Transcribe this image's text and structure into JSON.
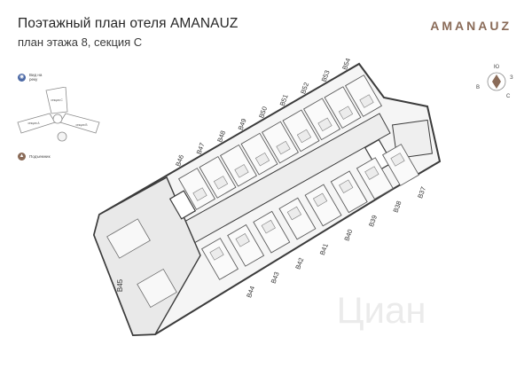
{
  "header": {
    "title": "Поэтажный план отеля AMANAUZ",
    "subtitle": "план этажа 8, секция С",
    "brand": "AMANAUZ"
  },
  "key_plan": {
    "river_legend": "Вид на реку",
    "river_icon": "eye-icon",
    "lift_legend": "Подъемник",
    "lift_icon": "lift-icon",
    "wing_labels": [
      "секция С",
      "секция А",
      "секция В"
    ]
  },
  "compass": {
    "north": "Ю",
    "east": "З",
    "south": "С",
    "west": "В"
  },
  "apartments": {
    "north_row": [
      "В46",
      "В47",
      "В48",
      "В49",
      "В50",
      "В51",
      "В52",
      "В53",
      "В54"
    ],
    "south_row": [
      "В44",
      "В43",
      "В42",
      "В41",
      "В40",
      "В39",
      "В38",
      "В37"
    ],
    "end": "В45"
  },
  "watermark": "Циан",
  "colors": {
    "brand": "#8a6b58",
    "wall": "#3b3b3b",
    "floor": "#f3f3f3",
    "lobby": "#e9e9e9"
  }
}
